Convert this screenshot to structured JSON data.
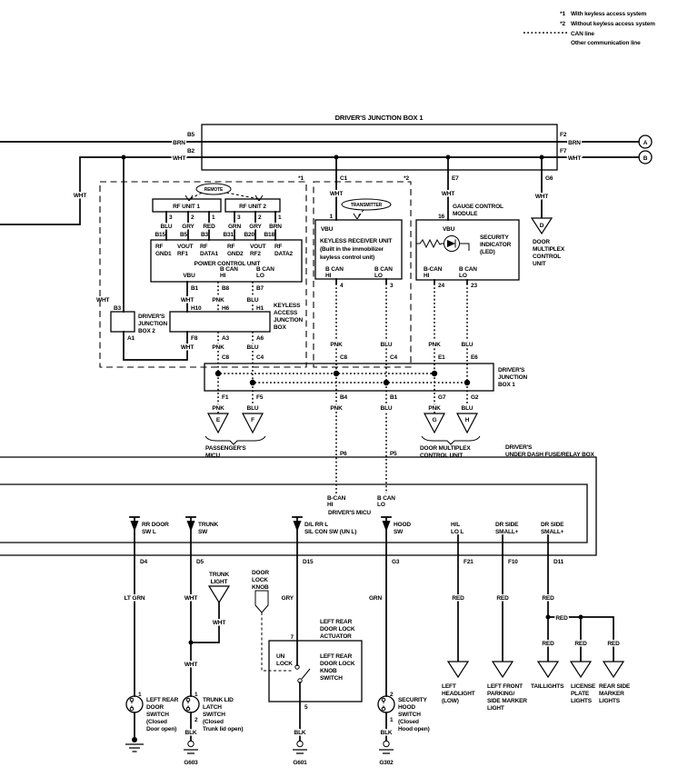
{
  "colors": {
    "ink": "#000000",
    "paper": "#ffffff"
  },
  "legend": {
    "n1": "*1",
    "t1": "With keyless access system",
    "n2": "*2",
    "t2": "Without keyless access system",
    "can": "CAN line",
    "other": "Other communication line"
  },
  "w": {
    "brn": "BRN",
    "wht": "WHT",
    "pnk": "PNK",
    "blu": "BLU",
    "red": "RED",
    "gry": "GRY",
    "grn": "GRN",
    "blk": "BLK",
    "ltgrn": "LT GRN"
  },
  "top": {
    "title": "DRIVER'S JUNCTION BOX 1",
    "b5": "B5",
    "b2": "B2",
    "f2": "F2",
    "f7": "F7",
    "a": "A",
    "b": "B"
  },
  "conn": {
    "s1": "*1",
    "c1": "C1",
    "s2": "*2",
    "e7": "E7",
    "g6": "G6",
    "n1": "1",
    "n16": "16",
    "n4": "4",
    "n3": "3",
    "n24": "24",
    "n23": "23",
    "p3": "3",
    "p2": "2",
    "p1": "1"
  },
  "remote": "REMOTE",
  "transmitter": "TRANSMITTER",
  "rf1": {
    "title": "RF UNIT 1",
    "t3": "B15",
    "t2": "B5",
    "t1": "B3"
  },
  "rf2": {
    "title": "RF UNIT 2",
    "t3": "B31",
    "t2": "B20",
    "t1": "B18"
  },
  "pcu": {
    "title": "POWER CONTROL UNIT",
    "l1a": "RF",
    "l1b": "GND1",
    "l2a": "VOUT",
    "l2b": "RF1",
    "l3a": "RF",
    "l3b": "DATA1",
    "l4a": "RF",
    "l4b": "GND2",
    "l5a": "VOUT",
    "l5b": "RF2",
    "l6a": "RF",
    "l6b": "DATA2",
    "vbu": "VBU",
    "bcan": "B CAN",
    "bcanh": "B-CAN",
    "hi": "HI",
    "lo": "LO",
    "b1": "B1",
    "b8": "B8",
    "b7": "B7"
  },
  "recv": {
    "l1": "KEYLESS RECEIVER UNIT",
    "l2": "(Built in the immobilizer",
    "l3": "keyless control unit)",
    "vbu": "VBU"
  },
  "gauge": {
    "l1": "GAUGE CONTROL",
    "l2": "MODULE",
    "vbu": "VBU",
    "s1": "SECURITY",
    "s2": "INDICATOR",
    "s3": "(LED)"
  },
  "dmcu": {
    "d": "D",
    "l1": "DOOR",
    "l2": "MULTIPLEX",
    "l3": "CONTROL",
    "l4": "UNIT"
  },
  "djb2": {
    "b3": "B3",
    "l1": "DRIVER'S",
    "l2": "JUNCTION",
    "l3": "BOX 2",
    "a1": "A1"
  },
  "kajb": {
    "l1": "KEYLESS",
    "l2": "ACCESS",
    "l3": "JUNCTION",
    "l4": "BOX",
    "h10": "H10",
    "h6": "H6",
    "h1": "H1",
    "f8": "F8",
    "a3": "A3",
    "a6": "A6",
    "c8": "C8",
    "c4": "C4"
  },
  "djb1": {
    "l1": "DRIVER'S",
    "l2": "JUNCTION",
    "l3": "BOX 1",
    "e1": "E1",
    "e6": "E6",
    "f1": "F1",
    "f5": "F5",
    "b4": "B4",
    "b1": "B1",
    "g7": "G7",
    "g2": "G2"
  },
  "refs": {
    "e": "E",
    "f": "F",
    "g": "G",
    "h": "H",
    "pass1": "PASSENGER'S",
    "pass2": "MICU",
    "dm1": "DOOR MULTIPLEX",
    "dm2": "CONTROL UNIT"
  },
  "fuse": {
    "l1": "DRIVER'S",
    "l2": "UNDER DASH FUSE/RELAY BOX",
    "p6": "P6",
    "p5": "P5",
    "bcanh": "B-CAN",
    "bcanl": "B CAN",
    "hi": "HI",
    "lo": "LO",
    "micu": "DRIVER'S MICU",
    "sw1a": "RR DOOR",
    "sw1b": "SW L",
    "sw2a": "TRUNK",
    "sw2b": "SW",
    "sw3a": "D/L RR L",
    "sw3b": "SIL CON SW (UN L)",
    "sw4a": "HOOD",
    "sw4b": "SW",
    "o1a": "H/L",
    "o1b": "LO L",
    "o2a": "DR SIDE",
    "o2b": "SMALL+",
    "d4": "D4",
    "d5": "D5",
    "d15": "D15",
    "g3": "G3",
    "f21": "F21",
    "f10": "F10",
    "d11": "D11"
  },
  "bot": {
    "tl1": "TRUNK",
    "tl2": "LIGHT",
    "kn1": "DOOR",
    "kn2": "LOCK",
    "kn3": "KNOB",
    "act1": "LEFT REAR",
    "act2": "DOOR LOCK",
    "act3": "ACTUATOR",
    "p7": "7",
    "un": "UN",
    "lock": "LOCK",
    "ks1": "LEFT REAR",
    "ks2": "DOOR LOCK",
    "ks3": "KNOB",
    "ks4": "SWITCH",
    "p5": "5",
    "n1": "1",
    "n2": "2",
    "s1l1": "LEFT REAR",
    "s1l2": "DOOR",
    "s1l3": "SWITCH",
    "s1l4": "(Closed",
    "s1l5": "Door open)",
    "s2l1": "TRUNK LID",
    "s2l2": "LATCH",
    "s2l3": "SWITCH",
    "s2l4": "(Closed",
    "s2l5": "Trunk lid open)",
    "g603": "G603",
    "g601": "G601",
    "s4l1": "SECURITY",
    "s4l2": "HOOD",
    "s4l3": "SWITCH",
    "s4l4": "(Closed",
    "s4l5": "Hood open)",
    "g302": "G302",
    "lp1l1": "LEFT",
    "lp1l2": "HEADLIGHT",
    "lp1l3": "(LOW)",
    "lp2l1": "LEFT FRONT",
    "lp2l2": "PARKING/",
    "lp2l3": "SIDE MARKER",
    "lp2l4": "LIGHT",
    "lp3": "TAILLIGHTS",
    "lp4l1": "LICENSE",
    "lp4l2": "PLATE",
    "lp4l3": "LIGHTS",
    "lp5l1": "REAR SIDE",
    "lp5l2": "MARKER",
    "lp5l3": "LIGHTS"
  }
}
